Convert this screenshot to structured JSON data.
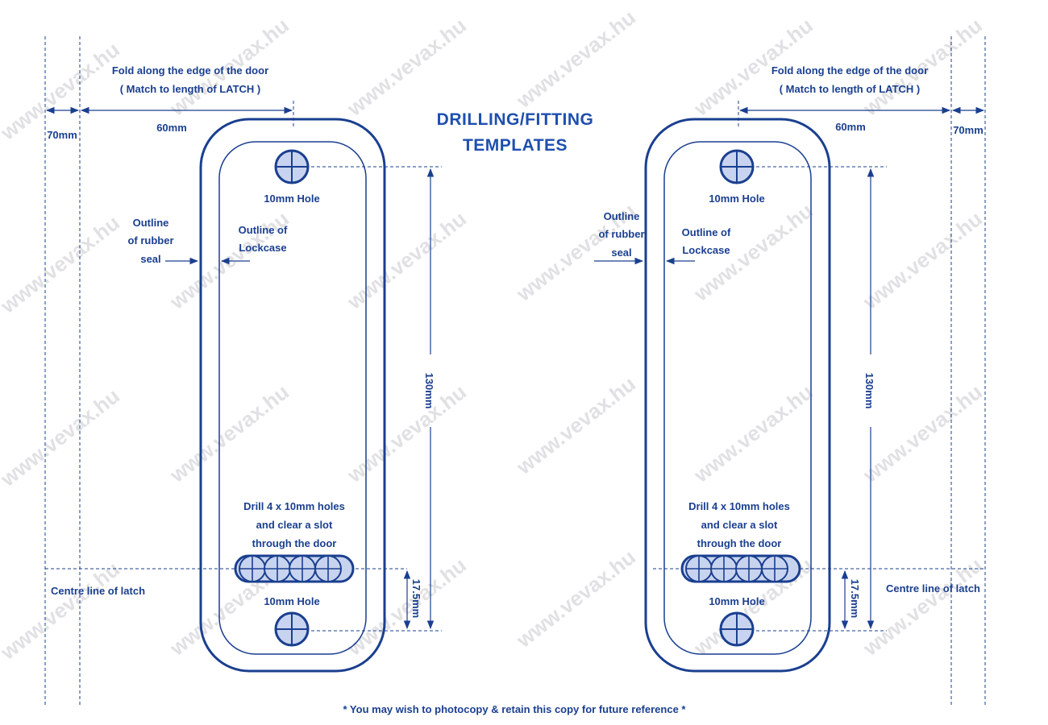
{
  "title_line1": "DRILLING/FITTING",
  "title_line2": "TEMPLATES",
  "fold_line1": "Fold along the edge of the door",
  "fold_line2": "( Match to length of LATCH )",
  "dim_60": "60mm",
  "dim_70": "70mm",
  "dim_130": "130mm",
  "dim_17_5": "17.5mm",
  "hole_label": "10mm Hole",
  "rubber_seal_line1": "Outline",
  "rubber_seal_line2": "of rubber",
  "rubber_seal_line3": "seal",
  "lockcase_line1": "Outline of",
  "lockcase_line2": "Lockcase",
  "drill_line1": "Drill 4 x 10mm holes",
  "drill_line2": "and clear a slot",
  "drill_line3": "through the door",
  "centre_line": "Centre line of latch",
  "footer": "* You may wish to photocopy & retain this copy for future reference *",
  "watermark": "www.vevax.hu",
  "colors": {
    "ink": "#1a3f8f",
    "title": "#1e4fae",
    "hole_fill": "#c8d4ef",
    "watermark": "#c9c9cf"
  }
}
